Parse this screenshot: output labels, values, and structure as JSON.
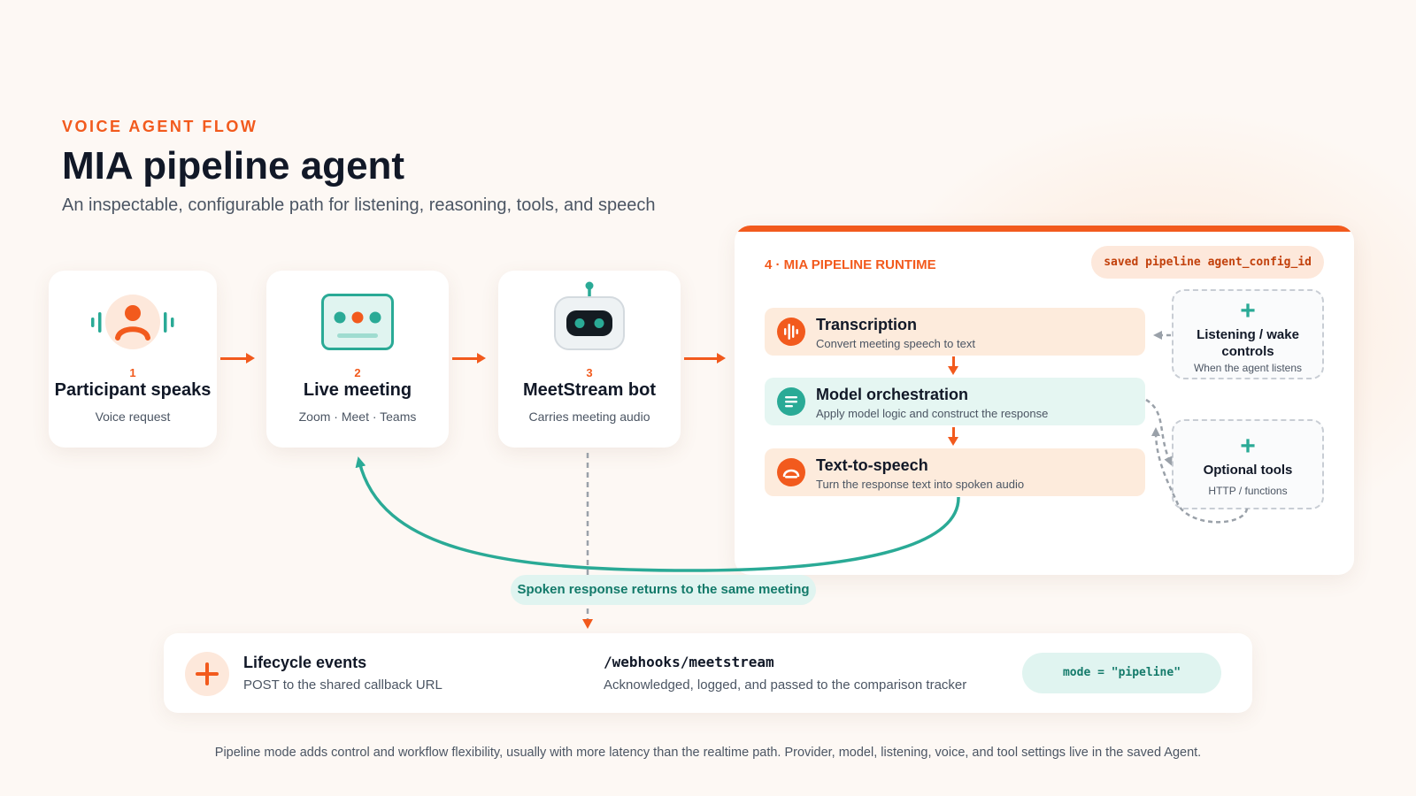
{
  "header": {
    "eyebrow": "VOICE AGENT FLOW",
    "title": "MIA pipeline agent",
    "subtitle": "An inspectable, configurable path for listening, reasoning, tools, and speech"
  },
  "steps": [
    {
      "number": "1",
      "title": "Participant speaks",
      "subtitle": "Voice request",
      "icon": "person-speaking-icon"
    },
    {
      "number": "2",
      "title": "Live meeting",
      "subtitle": "Zoom · Meet · Teams",
      "icon": "meeting-screen-icon"
    },
    {
      "number": "3",
      "title": "MeetStream bot",
      "subtitle": "Carries meeting audio",
      "icon": "robot-icon"
    }
  ],
  "runtime": {
    "title": "4 · MIA PIPELINE RUNTIME",
    "config_label": "saved pipeline agent_config_id",
    "stages": [
      {
        "name": "Transcription",
        "description": "Convert meeting speech to text",
        "icon": "waveform-icon"
      },
      {
        "name": "Model orchestration",
        "description": "Apply model logic and construct the response",
        "icon": "lines-icon"
      },
      {
        "name": "Text-to-speech",
        "description": "Turn the response text into spoken audio",
        "icon": "speaker-icon"
      }
    ],
    "options": [
      {
        "name": "Listening / wake controls",
        "description": "When the agent listens",
        "icon": "plus-icon"
      },
      {
        "name": "Optional tools",
        "description": "HTTP / functions",
        "icon": "plus-icon"
      }
    ]
  },
  "return_label": "Spoken response returns to the same meeting",
  "events": {
    "title": "Lifecycle events",
    "subtitle": "POST to the shared callback URL",
    "endpoint": "/webhooks/meetstream",
    "endpoint_description": "Acknowledged, logged, and passed to the comparison tracker",
    "mode": "mode = \"pipeline\""
  },
  "footnote": "Pipeline mode adds control and workflow flexibility, usually with more latency than the realtime path. Provider, model, listening, voice, and tool settings live in the saved Agent.",
  "colors": {
    "accent": "#f25a1d",
    "teal": "#2aaa96",
    "background": "#fdf8f4"
  }
}
